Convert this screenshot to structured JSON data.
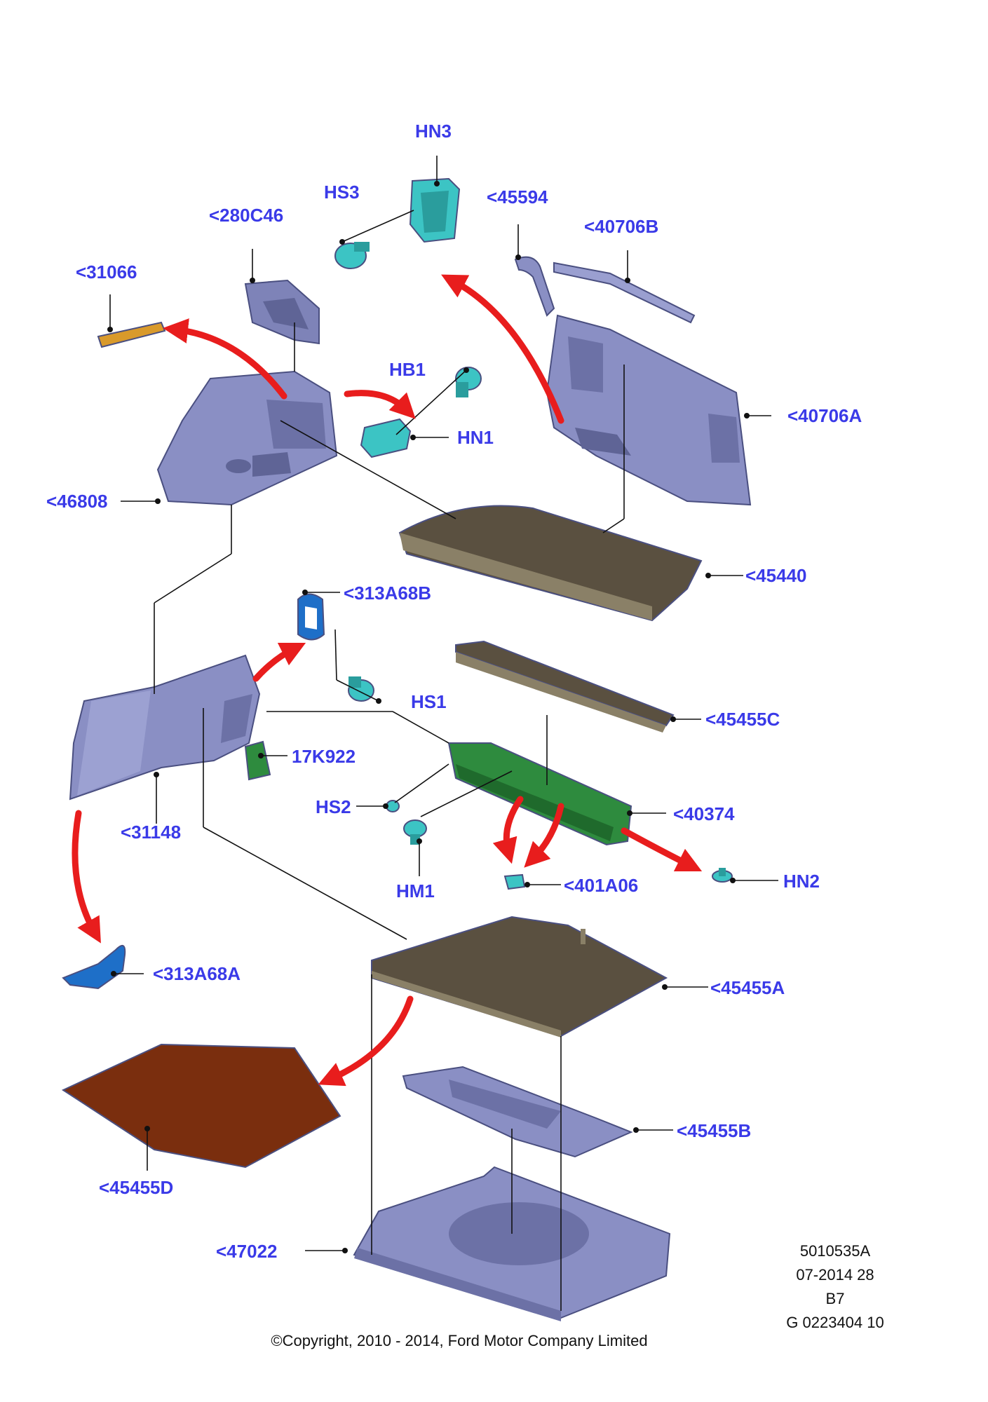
{
  "labels": {
    "hn3": "HN3",
    "hs3": "HS3",
    "p45594": "<45594",
    "p40706b": "<40706B",
    "p280c46": "<280C46",
    "p31066": "<31066",
    "hb1": "HB1",
    "hn1": "HN1",
    "p40706a": "<40706A",
    "p46808": "<46808",
    "p45440": "<45440",
    "p313a68b": "<313A68B",
    "hs1": "HS1",
    "p45455c": "<45455C",
    "p17k922": "17K922",
    "hs2": "HS2",
    "p40374": "<40374",
    "p31148": "<31148",
    "hm1": "HM1",
    "p401a06": "<401A06",
    "hn2": "HN2",
    "p313a68a": "<313A68A",
    "p45455a": "<45455A",
    "p45455b": "<45455B",
    "p45455d": "<45455D",
    "p47022": "<47022"
  },
  "meta": {
    "line1": "5010535A",
    "line2": "07-2014 28",
    "line3": "B7",
    "line4": "G 0223404 10"
  },
  "copyright": "©Copyright, 2010 - 2014, Ford Motor Company Limited",
  "colors": {
    "label": "#3a3ae8",
    "arrow": "#e81d1d",
    "trim_panel": "#8a8fc4",
    "teal_clip": "#3cc4c4",
    "green_panel": "#2e8b3e",
    "brown_mat": "#7a2e0e",
    "cover_board": "#5a5040",
    "blue_hook": "#1e6fc8",
    "orange_part": "#d99a2b"
  }
}
